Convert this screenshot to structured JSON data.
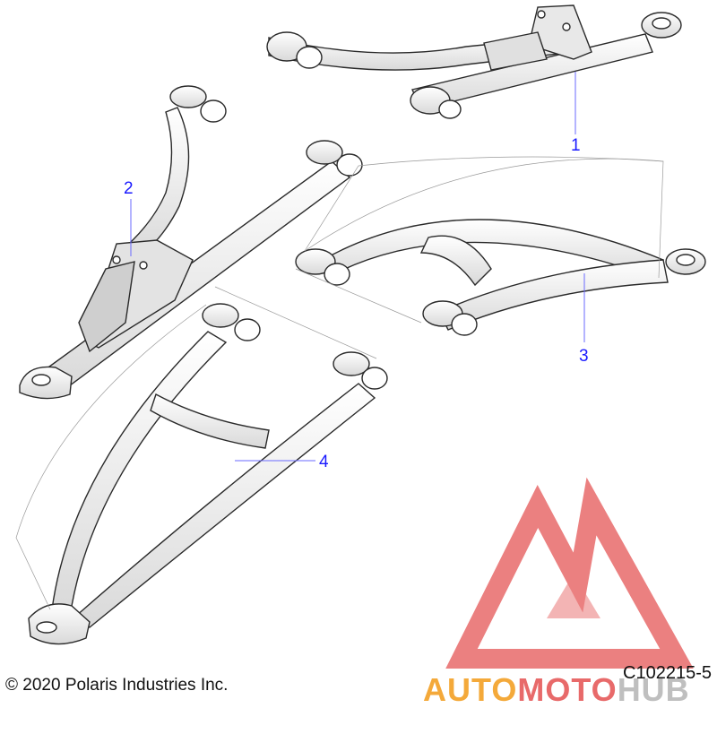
{
  "callouts": [
    {
      "label": "1"
    },
    {
      "label": "2"
    },
    {
      "label": "3"
    },
    {
      "label": "4"
    }
  ],
  "footer": {
    "copyright": "© 2020 Polaris Industries Inc.",
    "figure_id": "C102215-5"
  },
  "watermark": {
    "brand_part1": "AUTO",
    "brand_part2": "MOTO",
    "brand_part3": "HUB"
  },
  "colors": {
    "callout": "#1a1aff",
    "outline": "#2a2a2a",
    "tube_fill": "#f2f2f2",
    "watermark_red": "#e86a6a",
    "watermark_orange": "#f4a93a",
    "watermark_grey": "#bfbfbf"
  }
}
